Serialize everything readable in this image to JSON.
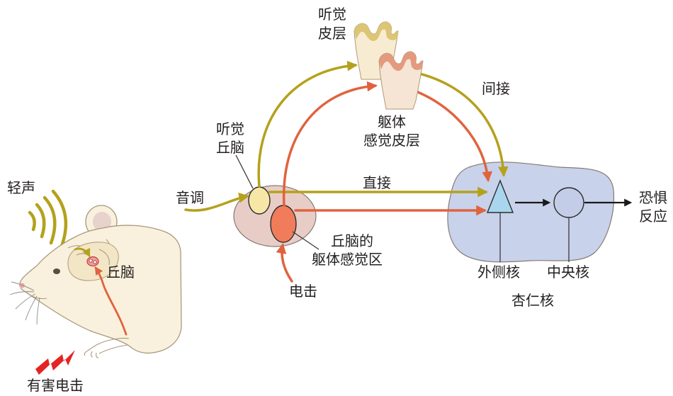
{
  "colors": {
    "gold_pathway": "#b5a11c",
    "red_pathway": "#e0633f",
    "thalamus_fill": "#e8cdc6",
    "auditory_thalamus_fill": "#f6e7a6",
    "somatosensory_thalamus_fill": "#f07c5c",
    "amygdala_fill": "#c8d2ea",
    "lateral_nucleus_fill": "#a9d6ee",
    "central_nucleus_fill": "#c3cde7",
    "auditory_cortex_fill": "#f7ecd2",
    "auditory_cortex_cap": "#dcc574",
    "somatosensory_cortex_fill": "#f6e4d4",
    "somatosensory_cortex_cap": "#e39a7e",
    "lightning": "#e52323",
    "black_arrow": "#1a1a1a"
  },
  "labels": {
    "soft_sound": "轻声",
    "rat_thalamus": "丘脑",
    "noxious_shock": "有害电击",
    "auditory_cortex": [
      "听觉",
      "皮层"
    ],
    "somatosensory_cortex": [
      "躯体",
      "感觉皮层"
    ],
    "indirect": "间接",
    "auditory_thalamus": [
      "听觉",
      "丘脑"
    ],
    "tone": "音调",
    "direct": "直接",
    "somatosensory_thalamus": [
      "丘脑的",
      "躯体感觉区"
    ],
    "shock": "电击",
    "lateral_nucleus": "外侧核",
    "central_nucleus": "中央核",
    "amygdala": "杏仁核",
    "fear_response": [
      "恐惧",
      "反应"
    ]
  }
}
